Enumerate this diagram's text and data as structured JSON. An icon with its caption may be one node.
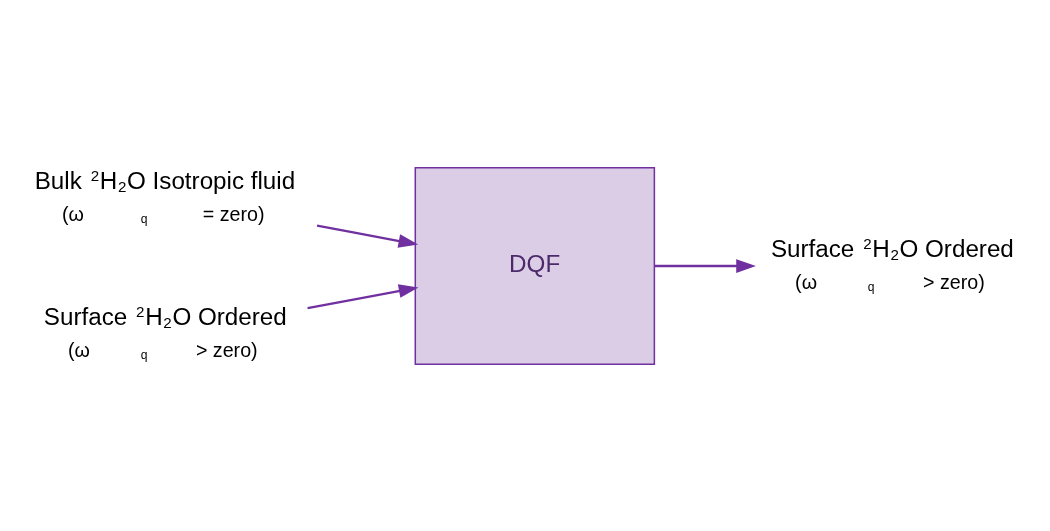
{
  "diagram": {
    "nodes": [
      {
        "text": [
          "Bulk $^{2}$H$_{2}$O Isotropic fluid",
          "(ω$_{q}$ = zero)"
        ]
      },
      {
        "text": [
          "Surface $^{2}$H$_{2}$O Ordered",
          "(ω$_{q}$ > zero)"
        ]
      },
      {
        "text": [
          "DQF"
        ]
      },
      {
        "text": [
          "Surface $^{2}$H$_{2}$O Ordered",
          "(ω$_{q}$ > zero)"
        ]
      }
    ],
    "edges": [
      {
        "from": 0,
        "to": 2,
        "arrow": "to"
      },
      {
        "from": 1,
        "to": 2,
        "arrow": "to"
      },
      {
        "from": 2,
        "to": 3,
        "arrow": "to"
      }
    ]
  }
}
